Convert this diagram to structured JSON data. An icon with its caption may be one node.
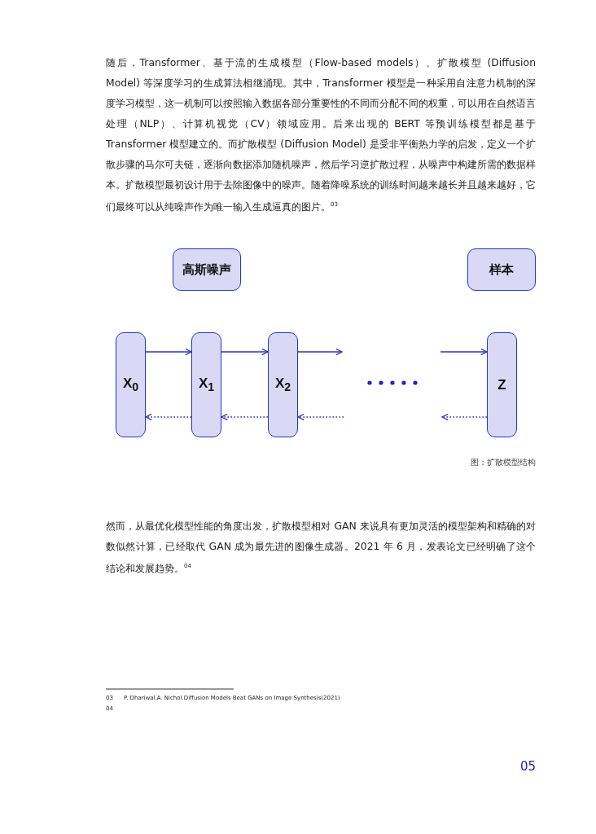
{
  "diagram": {
    "nodes": [
      {
        "text": [
          "高斯噪声"
        ]
      },
      {
        "text": [
          "样本"
        ]
      },
      {
        "text": [
          "X$_{0}$"
        ]
      },
      {
        "text": [
          "X$_{1}$"
        ]
      },
      {
        "text": [
          "X$_{2}$"
        ]
      },
      {
        "text": [
          "Z"
        ]
      }
    ],
    "edges": [
      {
        "from": 2,
        "to": 3,
        "arrow": "to"
      },
      {
        "from": 3,
        "to": 4,
        "arrow": "to"
      },
      {
        "from": 4,
        "to": null,
        "arrow": "to"
      },
      {
        "from": null,
        "to": 5,
        "arrow": "to"
      },
      {
        "from": 3,
        "to": 2,
        "arrow": "to",
        "style": "dashed"
      },
      {
        "from": 4,
        "to": 3,
        "arrow": "to",
        "style": "dashed"
      },
      {
        "from": null,
        "to": 4,
        "arrow": "to",
        "style": "dashed"
      },
      {
        "from": 5,
        "to": null,
        "arrow": "to",
        "style": "dashed"
      }
    ],
    "labels": [
      "随后，Transformer、基于流的生成模型（Flow-based models）、扩散模型 (Diffusion Model) 等深度学习的生成算法相继涌现。其中，Transformer 模型是一种采用自注意力机制的深度学习模型，这一机制可以按照输入数据各部分重要性的不同而分配不同的权重，可以用在自然语言处理（NLP）、计算机视觉（CV）领域应用。后来出现的 BERT 等预训练模型都是基于 Transformer 模型建立的。而扩散模型 (Diffusion Model) 是受非平衡热力学的启发，定义一个扩散步骤的马尔可夫链，逐渐向数据添加随机噪声，然后学习逆扩散过程，从噪声中构建所需的数据样本。扩散模型最初设计用于去除图像中的噪声。随着降噪系统的训练时间越来越长并且越来越好，它们最终可以从纯噪声作为唯一输入生成逼真的图片。$^{03}$",
      "图：扩散模型结构",
      "然而，从最优化模型性能的角度出发，扩散模型相对 GAN 来说具有更加灵活的模型架构和精确的对数似然计算，已经取代 GAN 成为最先进的图像生成器。2021 年 6 月，发表论文已经明确了这个结论和发展趋势。$^{04}$",
      "03",
      "P. Dhariwal,A. Nichol.Diffusion Models Beat GANs on Image Synthesis(2021)",
      "04",
      "05"
    ]
  }
}
